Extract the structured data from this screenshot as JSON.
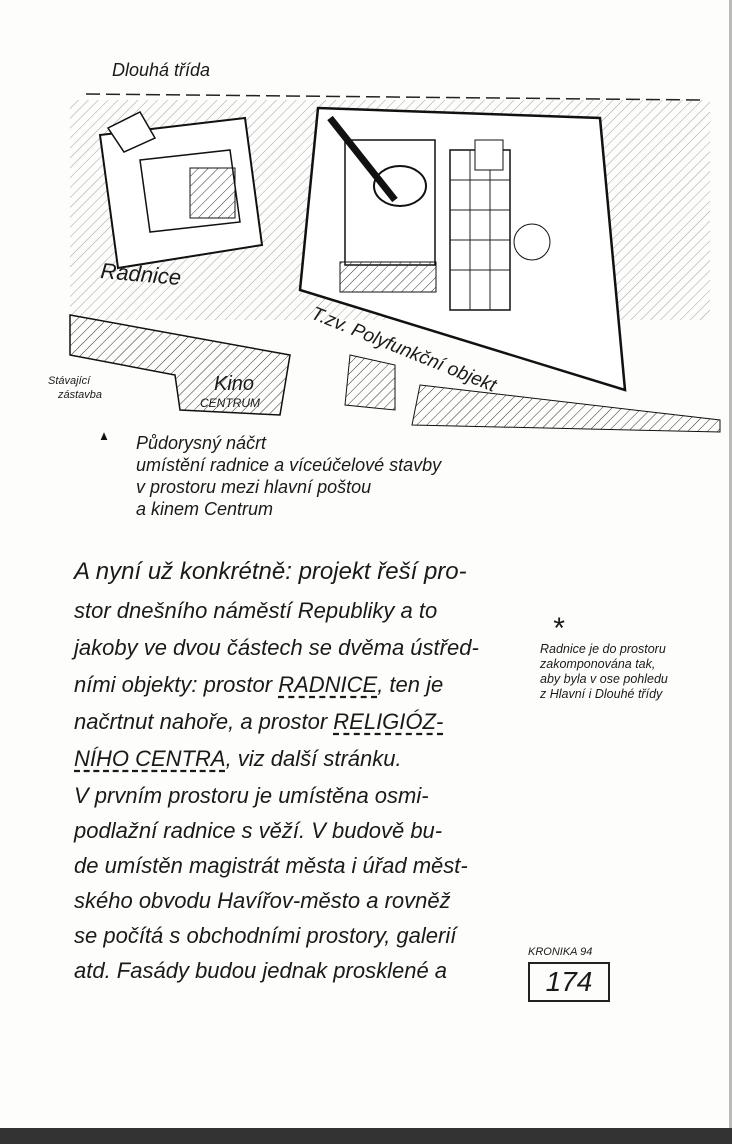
{
  "sketch": {
    "street_label": "Dlouhá třída",
    "radnice_label": "Radnice",
    "polyfunkcni_label": "T.zv. Polyfunkční objekt",
    "existing_label_1": "Stávající",
    "existing_label_2": "zástavba",
    "kino_label": "Kino",
    "centrum_label": "CENTRUM"
  },
  "caption": {
    "arrow_icon": "up-arrow",
    "lines": [
      "Půdorysný náčrt",
      "umístění radnice a víceúčelové stavby",
      "v prostoru mezi hlavní poštou",
      "a kinem Centrum"
    ]
  },
  "body": {
    "line1": "A nyní už konkrétně: projekt řeší pro-",
    "line2": "stor dnešního náměstí Republiky a to",
    "line3": "jakoby ve dvou částech se dvěma ústřed-",
    "line4_a": "ními objekty: prostor ",
    "line4_b": "RADNICE",
    "line4_c": ", ten je",
    "line5_a": "načrtnut nahoře, a prostor ",
    "line5_b": "RELIGIÓZ-",
    "line6_a": "NÍHO CENTRA",
    "line6_b": ", viz další stránku.",
    "line7": "V prvním prostoru je umístěna osmi-",
    "line8": "podlažní radnice s věží. V budově bu-",
    "line9": "de umístěn magistrát města i úřad měst-",
    "line10": "ského obvodu Havířov-město a rovněž",
    "line11": "se počítá s obchodními prostory, galerií",
    "line12": "atd. Fasády budou jednak prosklené a"
  },
  "sidenote": {
    "marker": "*",
    "lines": [
      "Radnice je do prostoru",
      "zakomponována tak,",
      "aby byla v ose pohledu",
      "z Hlavní i Dlouhé třídy"
    ]
  },
  "footer": {
    "chronicle_label": "KRONIKA 94",
    "page_number": "174"
  }
}
